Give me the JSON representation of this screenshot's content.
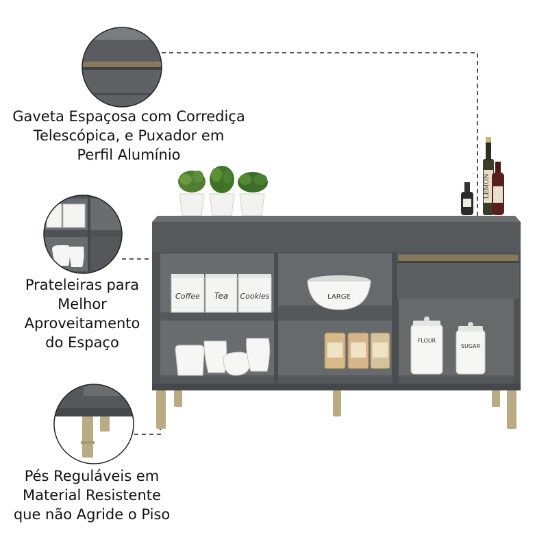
{
  "callouts": [
    {
      "lines": [
        "Gaveta Espaçosa com Corrediça",
        "Telescópica, e Puxador em",
        "Perfil Alumínio"
      ]
    },
    {
      "lines": [
        "Prateleiras para",
        "Melhor",
        "Aproveitamento",
        "do Espaço"
      ]
    },
    {
      "lines": [
        "Pés Reguláveis em",
        "Material Resistente",
        "que não Agride o Piso"
      ]
    }
  ],
  "product_labels": {
    "canister_1": "Coffee",
    "canister_2": "Tea",
    "canister_3": "Cookies",
    "bowl": "LARGE",
    "jar_1": "FLOUR",
    "jar_2": "SUGAR",
    "bottle": "LEMON"
  },
  "colors": {
    "cabinet": "#56595b",
    "cabinet_dark": "#3f4244",
    "interior": "#6a6d6f",
    "handle": "#8a7a5c",
    "feet": "#b9ac84",
    "ceramic": "#f4f4f2",
    "leader": "#222222"
  }
}
